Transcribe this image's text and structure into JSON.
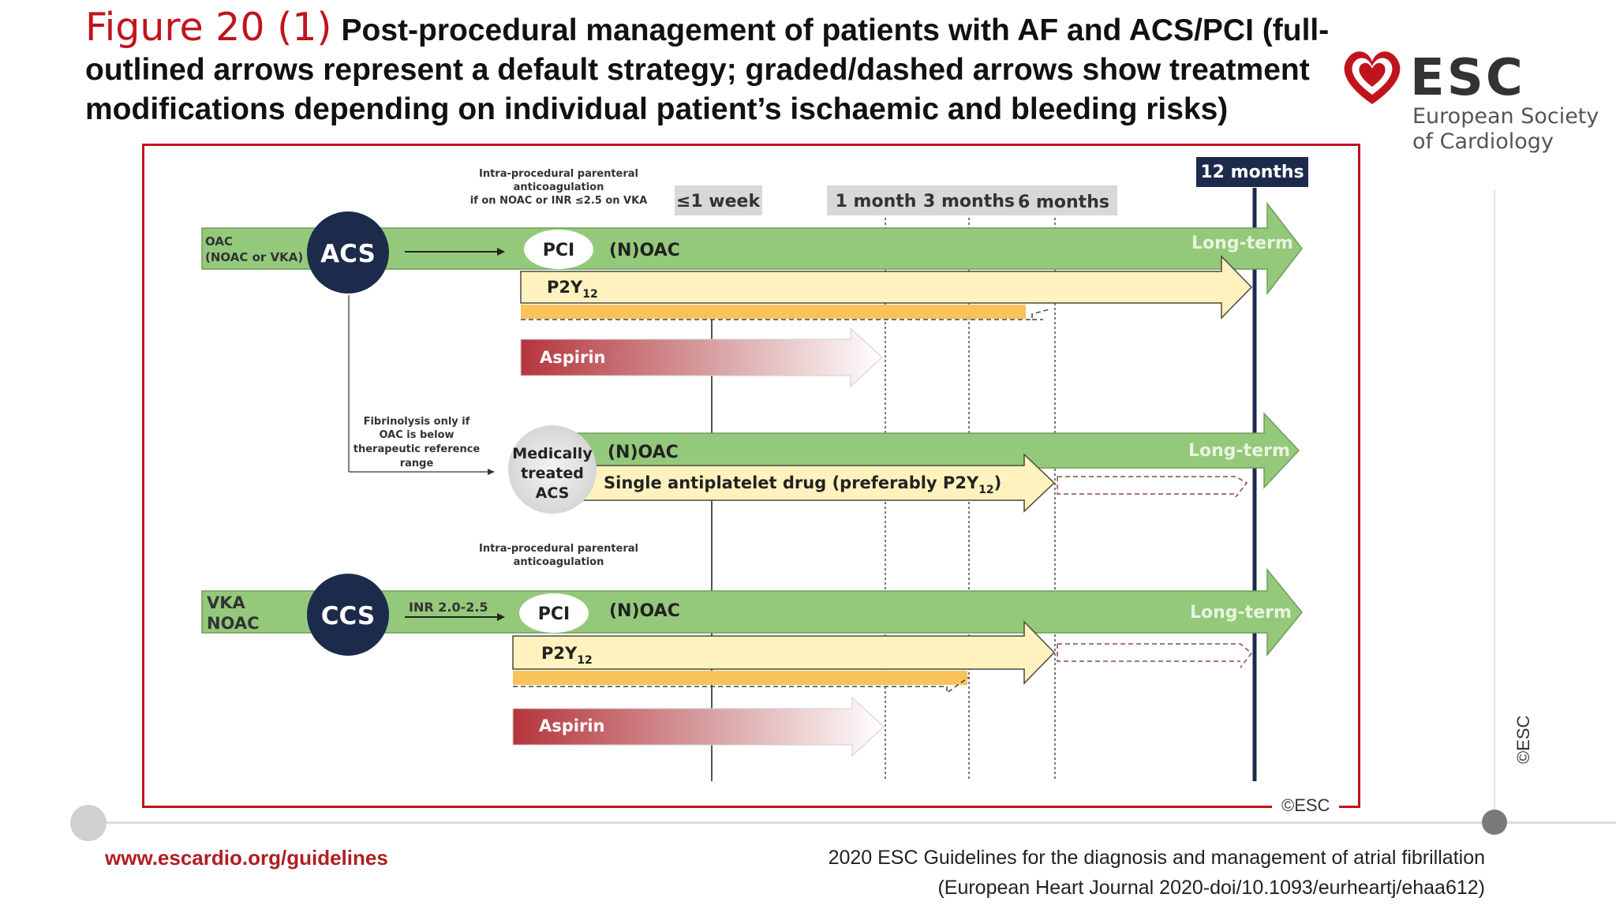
{
  "header": {
    "figure_label": "Figure 20 (1)",
    "title_lines": [
      "Post-procedural management of patients with AF and ACS/PCI (full-",
      "outlined arrows represent a default strategy; graded/dashed arrows show treatment",
      "modifications depending on individual patient’s ischaemic and bleeding risks)"
    ]
  },
  "logo": {
    "acronym": "ESC",
    "line1": "European Society",
    "line2": "of Cardiology"
  },
  "diagram": {
    "intra_note_top": [
      "Intra-procedural parenteral",
      "anticoagulation",
      "if on NOAC or INR ≤2.5 on VKA"
    ],
    "time_week": "≤1 week",
    "time_1m": "1 month",
    "time_3m": "3 months",
    "time_6m": "6 months",
    "time_12m": "12 months",
    "lane1": {
      "entry": [
        "OAC",
        "(NOAC or VKA)"
      ],
      "circle": "ACS",
      "pci": "PCI",
      "oac_label": "(N)OAC",
      "long_term": "Long-term",
      "p2y_main": "P2Y",
      "p2y_sub": "12",
      "aspirin": "Aspirin"
    },
    "fibrinolysis_note": [
      "Fibrinolysis only if",
      "OAC is below",
      "therapeutic reference",
      "range"
    ],
    "lane2": {
      "circle": [
        "Medically",
        "treated",
        "ACS"
      ],
      "oac_label": "(N)OAC",
      "long_term": "Long-term",
      "single_main": "Single antiplatelet drug (preferably P2Y",
      "single_sub": "12",
      "single_end": ")"
    },
    "intra_note_mid": [
      "Intra-procedural parenteral",
      "anticoagulation"
    ],
    "lane3": {
      "entry": [
        "VKA",
        "NOAC"
      ],
      "circle": "CCS",
      "inr": "INR 2.0-2.5",
      "pci": "PCI",
      "oac_label": "(N)OAC",
      "long_term": "Long-term",
      "p2y_main": "P2Y",
      "p2y_sub": "12",
      "aspirin": "Aspirin"
    },
    "copyright": "©ESC"
  },
  "side_copyright": "©ESC",
  "footer": {
    "url": "www.escardio.org/guidelines",
    "ref_line1": "2020 ESC Guidelines for the diagnosis and management of atrial fibrillation",
    "ref_line2": "(European Heart Journal 2020-doi/10.1093/eurheartj/ehaa612)"
  },
  "colors": {
    "brand_red": "#c0141c",
    "green_arrow": "#94c97b",
    "yellow_arrow": "#fff2be",
    "orange_bar": "#f9c35a",
    "navy": "#1c2b4c",
    "aspirin_red": "#b5353c"
  }
}
